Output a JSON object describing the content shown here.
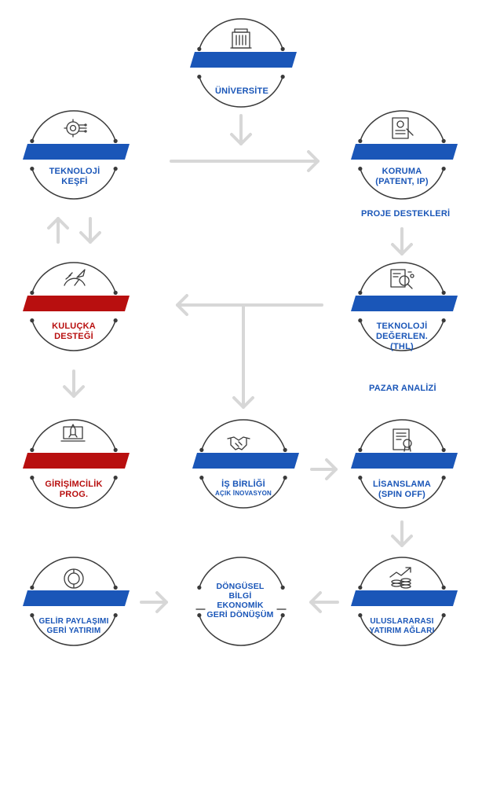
{
  "colors": {
    "blue": "#1a56b8",
    "red": "#b80f0f",
    "ring": "#3a3a3a",
    "arrow": "#d7d7d7"
  },
  "nodes": {
    "universite": {
      "line1": "ÜNİVERSİTE",
      "icon": "university-building-icon",
      "color": "blue"
    },
    "teknoloji_kesfi": {
      "line1": "TEKNOLOJİ",
      "line2": "KEŞFİ",
      "icon": "tech-gear-circuit-icon",
      "color": "blue"
    },
    "koruma": {
      "line1": "KORUMA",
      "line2": "(PATENT, IP)",
      "icon": "patent-document-icon",
      "color": "blue"
    },
    "kulucka": {
      "line1": "KULUÇKA",
      "line2": "DESTEĞİ",
      "icon": "rocket-gauge-icon",
      "color": "red"
    },
    "teknoloji_degerlen": {
      "line1": "TEKNOLOJİ",
      "line2": "DEĞERLEN.",
      "line3": "(THL)",
      "icon": "analysis-magnifier-icon",
      "color": "blue"
    },
    "girisimcilik": {
      "line1": "GİRİŞİMCİLİK",
      "line2": "PROG.",
      "icon": "laptop-rocket-icon",
      "color": "red"
    },
    "is_birligi": {
      "line1": "İŞ BİRLİĞİ",
      "line2": "AÇIK İNOVASYON",
      "icon": "handshake-icon",
      "color": "blue"
    },
    "lisanslama": {
      "line1": "LİSANSLAMA",
      "line2": "(SPIN OFF)",
      "icon": "license-certificate-icon",
      "color": "blue"
    },
    "gelir": {
      "line1": "GELİR PAYLAŞIMI",
      "line2": "GERİ YATIRIM",
      "icon": "cycle-chart-icon",
      "color": "blue"
    },
    "dongusel": {
      "line1": "DÖNGÜSEL",
      "line2": "BİLGİ",
      "line3": "EKONOMİK",
      "line4": "GERİ DÖNÜŞÜM"
    },
    "uluslararasi": {
      "line1": "ULUSLARARASI",
      "line2": "YATIRIM AĞLARI",
      "icon": "investment-coins-icon",
      "color": "blue"
    }
  },
  "labels": {
    "proje_destekleri": "PROJE DESTEKLERİ",
    "pazar_analizi": "PAZAR ANALİZİ"
  }
}
